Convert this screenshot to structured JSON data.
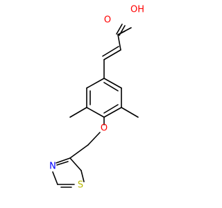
{
  "molecule": {
    "atoms": {
      "o_carbonyl": {
        "symbol": "O",
        "color": "#ff0000"
      },
      "oh": {
        "symbol": "OH",
        "color": "#ff0000"
      },
      "o_ether": {
        "symbol": "O",
        "color": "#ff0000"
      },
      "n_ring": {
        "symbol": "N",
        "color": "#0000ff"
      },
      "s_ring": {
        "symbol": "S",
        "color": "#b8b800"
      }
    }
  }
}
